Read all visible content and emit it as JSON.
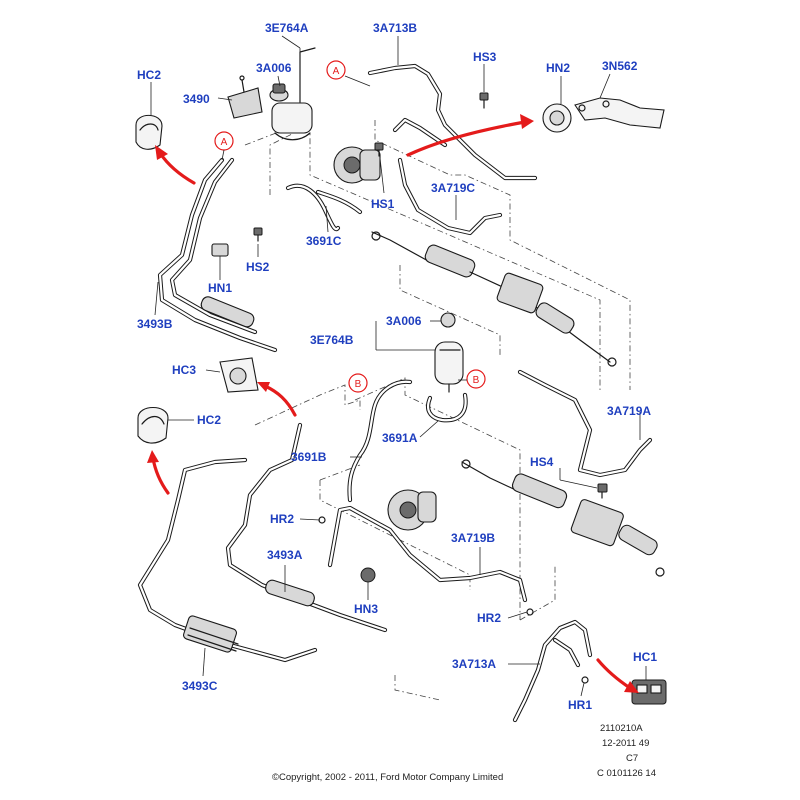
{
  "colors": {
    "callout": "#1f3fbf",
    "flow_arrow": "#e41b1b",
    "marker": "#e41b1b"
  },
  "callouts": {
    "top": {
      "c_3E764A": "3E764A",
      "c_3A006": "3A006",
      "c_3490": "3490",
      "c_HC2": "HC2",
      "c_3A713B": "3A713B",
      "c_HS3": "HS3",
      "c_HN2": "HN2",
      "c_3N562": "3N562",
      "c_HS1": "HS1",
      "c_3A719C": "3A719C",
      "c_3691C": "3691C",
      "c_HS2": "HS2",
      "c_HN1": "HN1",
      "c_3493B": "3493B"
    },
    "bottom": {
      "c_3A006": "3A006",
      "c_3E764B": "3E764B",
      "c_HC3": "HC3",
      "c_HC2": "HC2",
      "c_3691A": "3691A",
      "c_3691B": "3691B",
      "c_3A719A": "3A719A",
      "c_HS4": "HS4",
      "c_HR2a": "HR2",
      "c_3A719B": "3A719B",
      "c_3493A": "3493A",
      "c_HN3": "HN3",
      "c_HR2b": "HR2",
      "c_HC1": "HC1",
      "c_3A713A": "3A713A",
      "c_HR1": "HR1",
      "c_3493C": "3493C"
    }
  },
  "markers": {
    "A1": "A",
    "A2": "A",
    "B1": "B",
    "B2": "B"
  },
  "footer": {
    "copyright": "©Copyright, 2002 - 2011, Ford Motor Company Limited",
    "ref_line1": "2110210A",
    "ref_line2": "12-2011 49",
    "ref_line3": "C7",
    "ref_line4": "C 0101126 14"
  }
}
